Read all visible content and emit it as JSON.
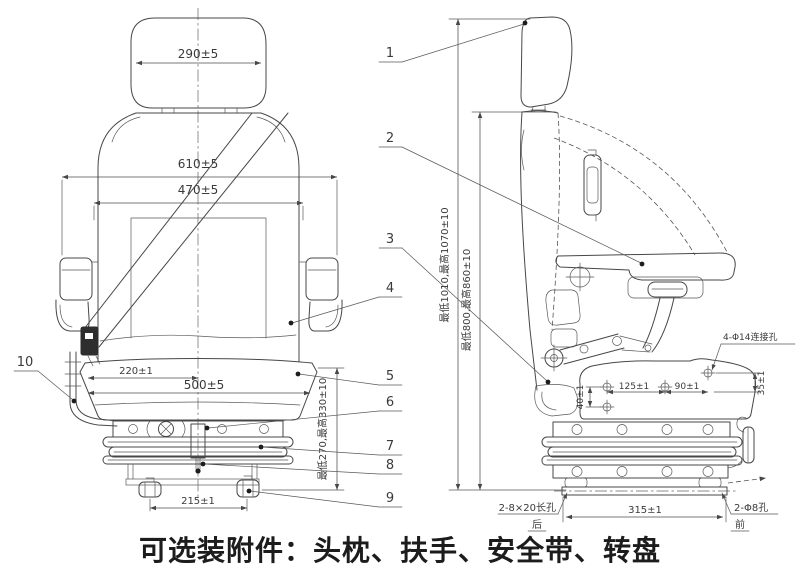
{
  "caption": "可选装附件：头枕、扶手、安全带、转盘",
  "front_view": {
    "dim_headrest_width": "290±5",
    "dim_overall_width": "610±5",
    "dim_backrest_width": "470±5",
    "dim_cushion_offset": "220±1",
    "dim_cushion_width": "500±5",
    "dim_foot_span": "215±1",
    "dim_suspension_height": "最低270,最高330±10"
  },
  "side_view": {
    "dim_total_height": "最低1010,最高1070±10",
    "dim_backrest_height": "最低800,最高860±10",
    "dim_hole_spacing_vertical": "40±1",
    "dim_hole_spacing_1": "125±1",
    "dim_hole_spacing_2": "90±1",
    "dim_hole_offset": "35±1",
    "dim_base_length": "315±1",
    "label_mount_holes": "4-Φ14连接孔",
    "label_slot_holes": "2-8×20长孔",
    "label_slot_side": "后",
    "label_round_holes": "2-Φ8孔",
    "label_round_side": "前"
  },
  "callouts": {
    "c1": "1",
    "c2": "2",
    "c3": "3",
    "c4": "4",
    "c5": "5",
    "c6": "6",
    "c7": "7",
    "c8": "8",
    "c9": "9",
    "c10": "10"
  }
}
